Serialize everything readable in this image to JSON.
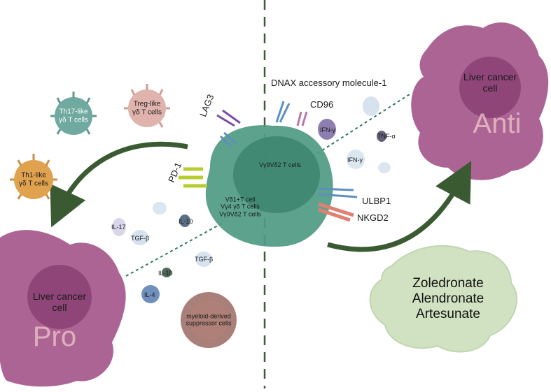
{
  "divider": {
    "style": "dashed",
    "color": "#3f5a3a"
  },
  "colors": {
    "tcell": "#4e9a83",
    "liver_cell": "#a3538a",
    "liver_nucleus": "#8a3f73",
    "arrow": "#3a5a32",
    "drug_blob": "#c9ddb8",
    "mdsc": "#9a6a62"
  },
  "center_cell": {
    "label_top": "Vγ9Vδ2 T cells",
    "label_bottom_lines": [
      "Vδ1+T cell",
      "Vγ4 γδ T cells",
      "Vγ9Vδ2 T cells"
    ]
  },
  "receptors": {
    "lag3": "LAG3",
    "pd1": "PD-1",
    "dnam1": "DNAX accessory molecule-1",
    "cd96": "CD96",
    "ulbp1": "ULBP1",
    "nkgd2": "NKGD2"
  },
  "pro_side": {
    "cells": [
      {
        "name": "Th17-like",
        "lines": [
          "Th17-like",
          "γδ T cells"
        ],
        "color": "#6fa9a0"
      },
      {
        "name": "Treg-like",
        "lines": [
          "Treg-like",
          "γδ T cells"
        ],
        "color": "#e0b3ad"
      },
      {
        "name": "Th1-like",
        "lines": [
          "Th1-like",
          "γδ T cells"
        ],
        "color": "#e0a24f"
      }
    ],
    "cytokines": [
      "IL-17",
      "TGF-β",
      "IL-10",
      "TGF-β",
      "IL-10",
      "IL-4"
    ],
    "mdsc_lines": [
      "myeloid-derived",
      "suppressor cells"
    ],
    "liver_cell_lines": [
      "Liver cancer",
      "cell"
    ],
    "word": "Pro"
  },
  "anti_side": {
    "cytokines": [
      "IFN-γ",
      "TNF-α",
      "IFN-γ"
    ],
    "liver_cell_lines": [
      "Liver cancer",
      "cell"
    ],
    "word": "Anti",
    "drugs": [
      "Zoledronate",
      "Alendronate",
      "Artesunate"
    ]
  }
}
